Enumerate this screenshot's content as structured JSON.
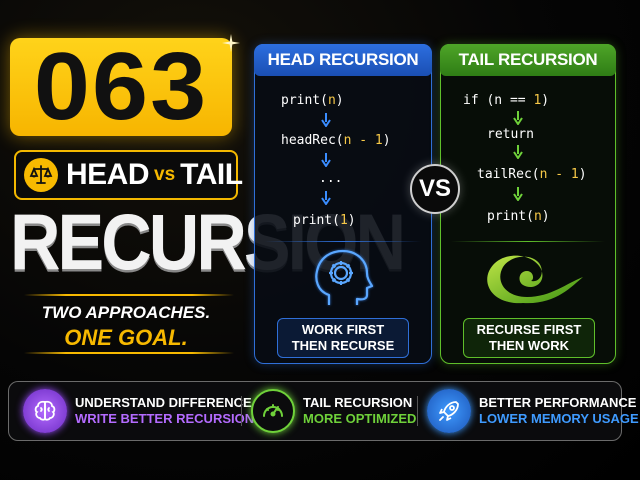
{
  "episode": {
    "number": "063"
  },
  "topic": {
    "word1": "HEAD",
    "vs": "vs",
    "word2": "TAIL",
    "title": "RECURSION"
  },
  "tagline": {
    "line1": "TWO APPROACHES.",
    "line2": "ONE GOAL."
  },
  "head_panel": {
    "title": "HEAD RECURSION",
    "code": [
      {
        "fn": "print(",
        "arg": "n",
        "close": ")"
      },
      {
        "fn": "headRec(",
        "arg": "n - 1",
        "close": ")"
      },
      {
        "fn": "...",
        "arg": "",
        "close": ""
      },
      {
        "fn": "print(",
        "arg": "1",
        "close": ")"
      }
    ],
    "footer": {
      "line1": "WORK FIRST",
      "line2": "THEN RECURSE"
    },
    "icon": "head-gear-icon"
  },
  "tail_panel": {
    "title": "TAIL RECURSION",
    "code": [
      {
        "fn": "if (n == ",
        "arg": "1",
        "close": ")"
      },
      {
        "fn": "return",
        "arg": "",
        "close": ""
      },
      {
        "fn": "tailRec(",
        "arg": "n - 1",
        "close": ")"
      },
      {
        "fn": "print(",
        "arg": "n",
        "close": ")"
      }
    ],
    "footer": {
      "line1": "RECURSE FIRST",
      "line2": "THEN WORK"
    },
    "icon": "swirl-icon"
  },
  "vs_label": "VS",
  "features": [
    {
      "icon": "brain-icon",
      "line1": "UNDERSTAND DIFFERENCE",
      "line2": "WRITE BETTER RECURSION",
      "color": "#b46bff"
    },
    {
      "icon": "speedometer-icon",
      "line1": "TAIL RECURSION",
      "line2": "MORE OPTIMIZED",
      "color": "#6fd13a"
    },
    {
      "icon": "rocket-icon",
      "line1": "BETTER PERFORMANCE",
      "line2": "LOWER MEMORY USAGE",
      "color": "#3f9bff"
    }
  ],
  "colors": {
    "gold": "#f7b900",
    "blue": "#2f6fd8",
    "green": "#5fbf2a",
    "purple": "#b46bff"
  }
}
